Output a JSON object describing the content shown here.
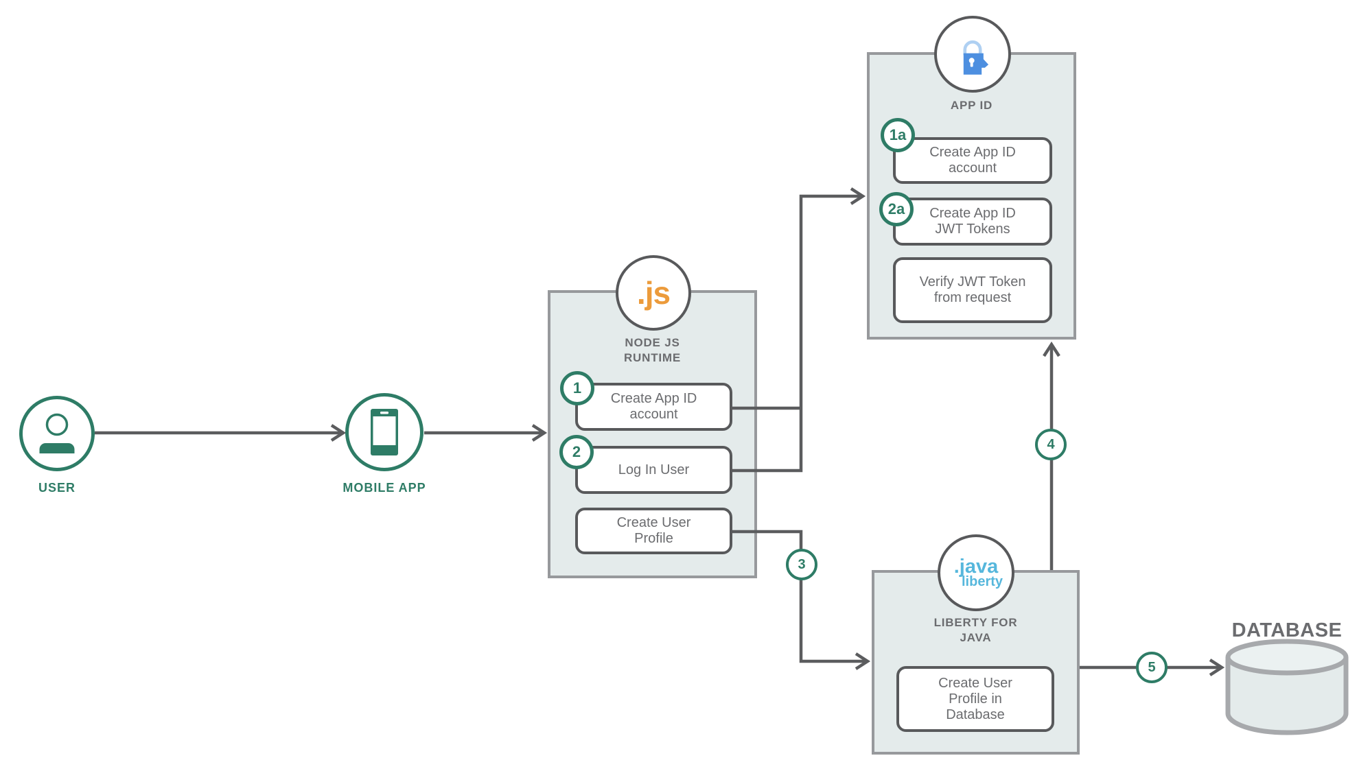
{
  "colors": {
    "green": "#2E7C66",
    "connector": "#5B5C5E",
    "box_border": "#58595B",
    "group_border": "#97999C",
    "group_fill": "#E4EBEB",
    "text": "#6B6C6F",
    "js_orange": "#EC9B3B",
    "appid_blue": "#4D8FE0",
    "appid_blue_light": "#AFD0F2",
    "liberty_blue": "#56B7DC",
    "db_stroke": "#A7A9AC"
  },
  "nodes": {
    "user": {
      "label": "USER"
    },
    "mobile_app": {
      "label": "MOBILE APP"
    },
    "node_js_runtime": {
      "logo_text": ".js",
      "title": "NODE JS RUNTIME",
      "tasks": [
        {
          "badge": "1",
          "label": "Create App ID account"
        },
        {
          "badge": "2",
          "label": "Log In User"
        },
        {
          "badge": "",
          "label": "Create User Profile"
        }
      ]
    },
    "app_id": {
      "title": "APP ID",
      "tasks": [
        {
          "badge": "1a",
          "label": "Create App ID account"
        },
        {
          "badge": "2a",
          "label": "Create App ID JWT Tokens"
        },
        {
          "badge": "",
          "label": "Verify JWT Token from request"
        }
      ]
    },
    "liberty_for_java": {
      "logo_text_primary": ".java",
      "logo_text_secondary": "liberty",
      "title": "LIBERTY FOR JAVA",
      "tasks": [
        {
          "badge": "",
          "label": "Create User Profile in Database"
        }
      ]
    },
    "database": {
      "label": "DATABASE"
    }
  },
  "flow_steps": {
    "step_3": "3",
    "step_4": "4",
    "step_5": "5"
  }
}
